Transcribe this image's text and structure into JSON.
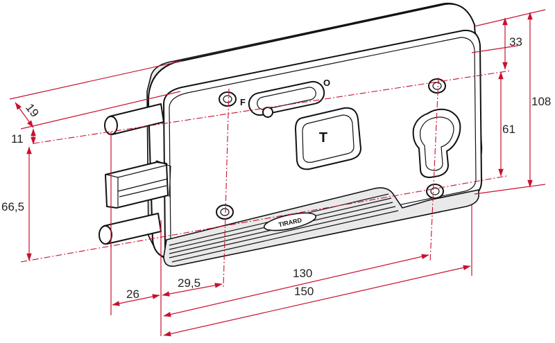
{
  "drawing": {
    "colors": {
      "dimension_lines": "#c8102e",
      "outline": "#111111",
      "background": "#ffffff"
    },
    "marks": {
      "bolt_closed": "F",
      "bolt_open": "O",
      "key_cylinder_letter": "T",
      "brand": "TIRARD"
    },
    "dimensions": {
      "depth_top": "19",
      "offset_left": "11",
      "pin_spacing": "66,5",
      "top_to_hole": "33",
      "hole_spacing": "61",
      "total_height": "108",
      "bolt_projection": "26",
      "left_to_hole": "29,5",
      "hole_to_hole": "130",
      "total_width": "150"
    }
  }
}
